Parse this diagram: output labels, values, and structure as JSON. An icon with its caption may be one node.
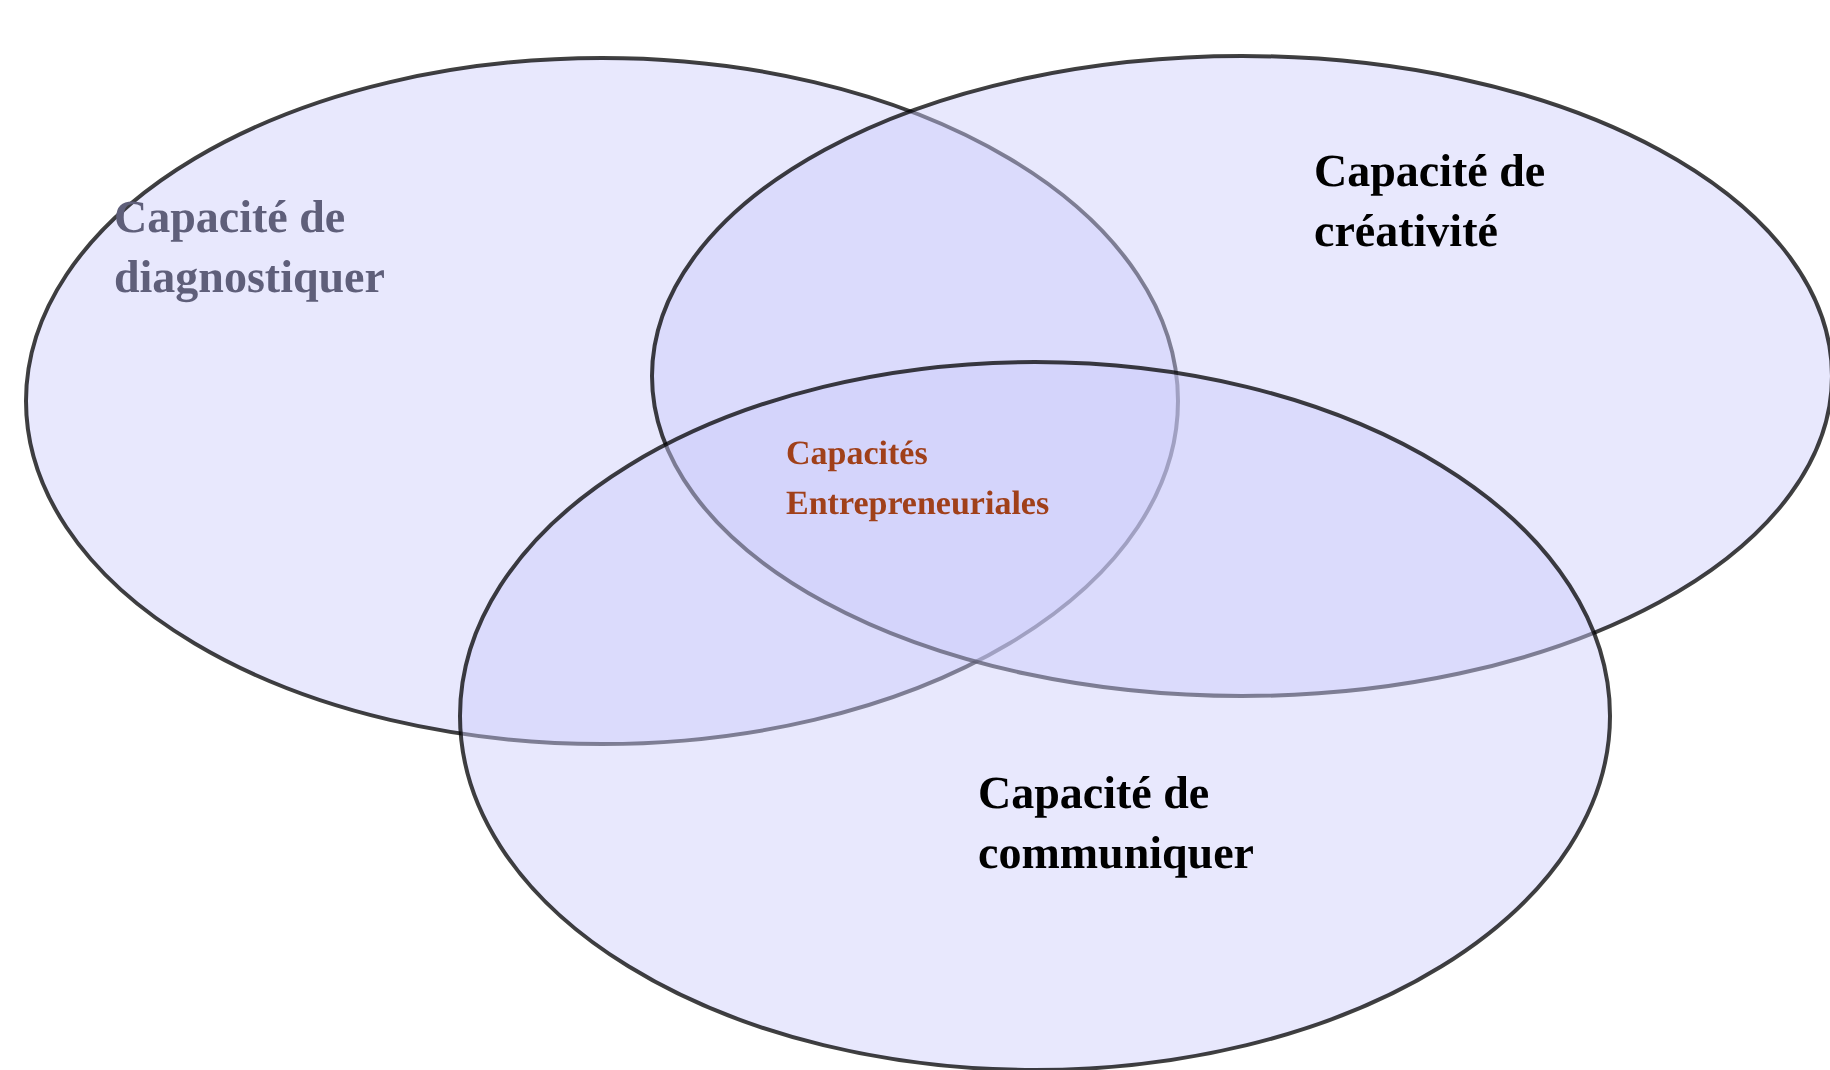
{
  "diagram": {
    "nodes": [
      {
        "text": [
          "Capacité de diagnostiquer"
        ]
      },
      {
        "text": [
          "Capacité de créativité"
        ]
      },
      {
        "text": [
          "Capacité de communiquer"
        ]
      }
    ],
    "labels": [
      "Capacités Entrepreneuriales"
    ]
  }
}
